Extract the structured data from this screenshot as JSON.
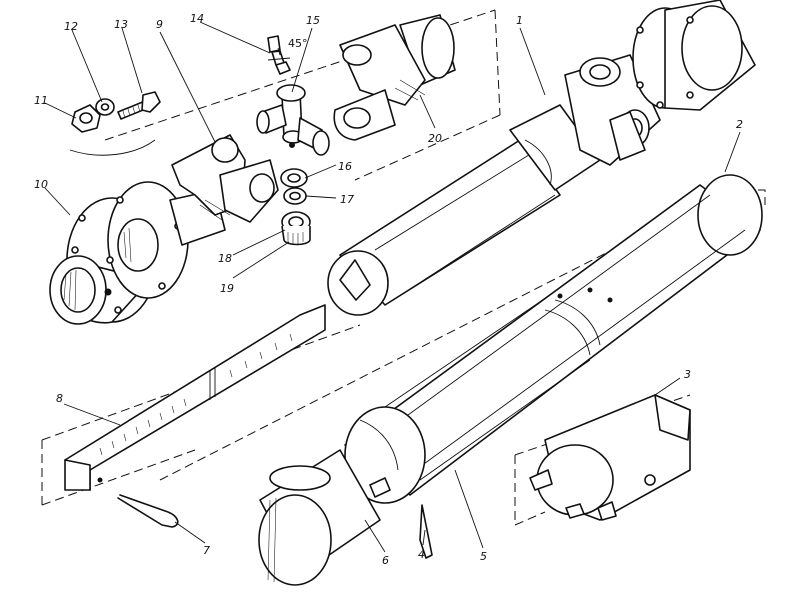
{
  "callouts": {
    "c1": "1",
    "c2": "2",
    "c3": "3",
    "c4": "4",
    "c5": "5",
    "c6": "6",
    "c7": "7",
    "c8": "8",
    "c9": "9",
    "c10": "10",
    "c11": "11",
    "c12": "12",
    "c13": "13",
    "c14": "14",
    "c15": "15",
    "c16": "16",
    "c17": "17",
    "c18": "18",
    "c19": "19",
    "c20": "20"
  },
  "angle_note": "45°"
}
